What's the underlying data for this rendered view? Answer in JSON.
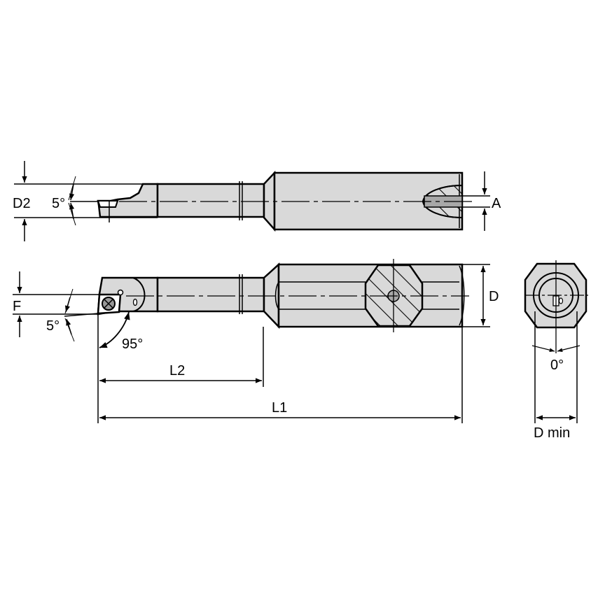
{
  "drawing": {
    "title": "Boring bar technical drawing",
    "colors": {
      "background": "#ffffff",
      "body_fill": "#d9d9d9",
      "coolant_fill": "#a8a8a8",
      "line": "#000000"
    },
    "dimension_labels": {
      "d2": "D2",
      "angle_top": "5°",
      "a": "A",
      "f": "F",
      "angle_side": "5°",
      "approach_angle": "95°",
      "d": "D",
      "end_angle": "0°",
      "l2": "L2",
      "l1": "L1",
      "d_min": "D min"
    },
    "views": [
      "top-view",
      "side-view",
      "end-view"
    ]
  }
}
